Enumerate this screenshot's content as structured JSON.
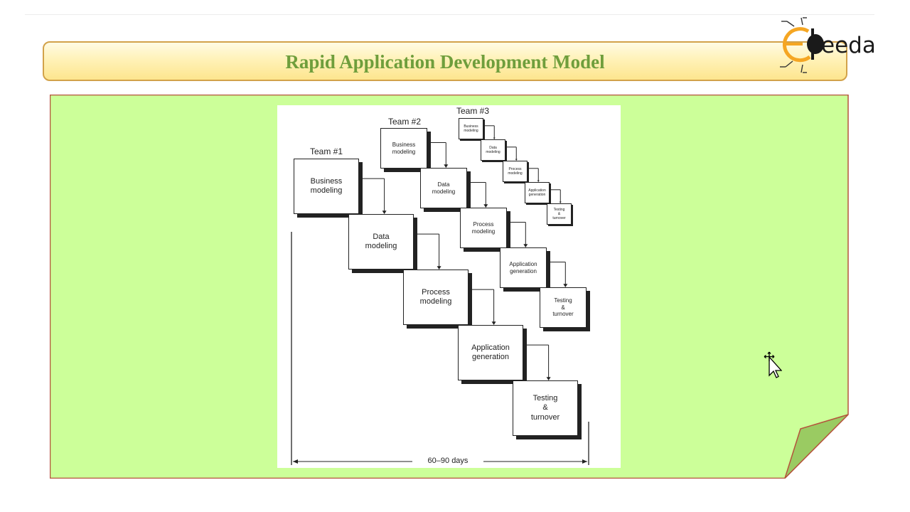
{
  "slide": {
    "title": "Rapid Application Development Model",
    "logo_text": "eeda",
    "colors": {
      "title_text": "#6f9e3c",
      "note_fill": "#ccff99",
      "note_border": "#b5533c",
      "fold_fill": "#9acb62"
    }
  },
  "diagram": {
    "teams": [
      {
        "label": "Team #1",
        "phases": [
          "Business\nmodeling",
          "Data\nmodeling",
          "Process\nmodeling",
          "Application\ngeneration",
          "Testing\n&\nturnover"
        ]
      },
      {
        "label": "Team #2",
        "phases": [
          "Business\nmodeling",
          "Data\nmodeling",
          "Process\nmodeling",
          "Application\ngeneration",
          "Testing\n&\nturnover"
        ]
      },
      {
        "label": "Team #3",
        "phases": [
          "Business\nmodeling",
          "Data\nmodeling",
          "Process\nmodeling",
          "Application\ngeneration",
          "Testing\n&\nturnover"
        ]
      }
    ],
    "timespan_label": "60–90 days"
  }
}
